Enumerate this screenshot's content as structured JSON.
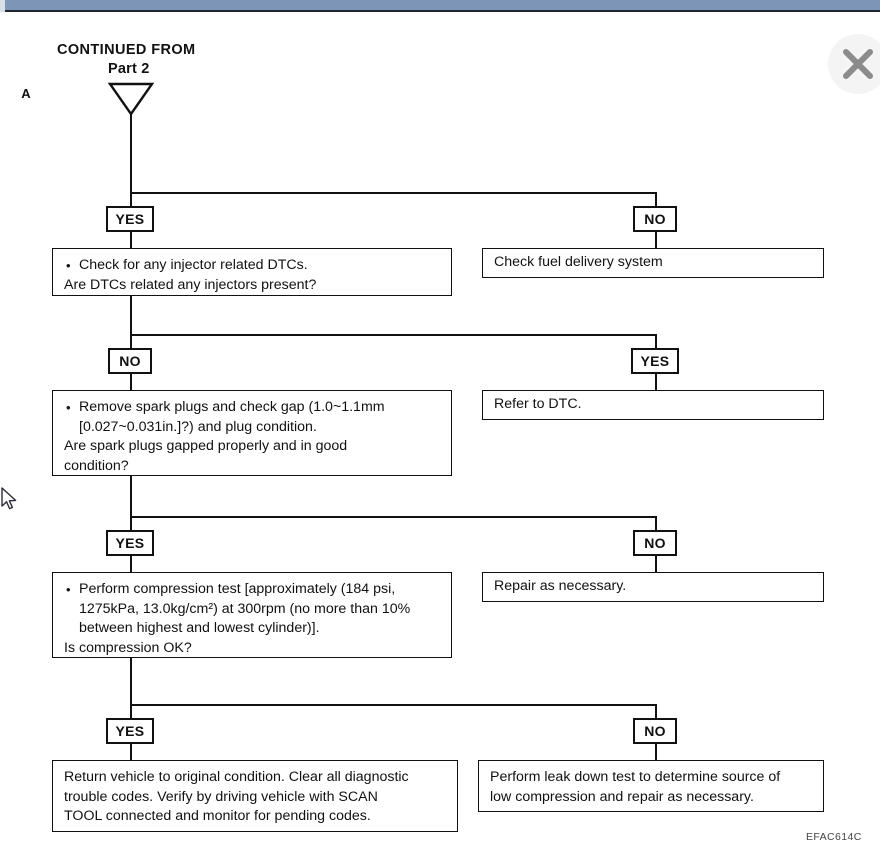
{
  "window": {
    "close_icon": "close-icon",
    "topbar_color": "#7d95b6"
  },
  "header": {
    "line1": "CONTINUED FROM",
    "line2": "Part 2",
    "connector_letter": "A"
  },
  "footer": {
    "reference_code": "EFAC614C"
  },
  "labels": {
    "yes": "YES",
    "no": "NO"
  },
  "flow": {
    "rows": [
      {
        "left_branch": "YES",
        "right_branch": "NO",
        "left_box": {
          "lines": [
            {
              "text": "Check for any injector related DTCs.",
              "style": "bullet"
            },
            {
              "text": "Are DTCs related any injectors present?",
              "style": "plain"
            }
          ]
        },
        "right_box": {
          "lines": [
            {
              "text": "Check fuel delivery system",
              "style": "plain"
            }
          ]
        }
      },
      {
        "left_branch": "NO",
        "right_branch": "YES",
        "left_box": {
          "lines": [
            {
              "text": "Remove spark plugs and check gap (1.0~1.1mm",
              "style": "bullet"
            },
            {
              "text": "[0.027~0.031in.]?) and plug condition.",
              "style": "indent"
            },
            {
              "text": "Are spark plugs gapped properly and in good",
              "style": "plain"
            },
            {
              "text": "condition?",
              "style": "plain"
            }
          ]
        },
        "right_box": {
          "lines": [
            {
              "text": "Refer to DTC.",
              "style": "plain"
            }
          ]
        }
      },
      {
        "left_branch": "YES",
        "right_branch": "NO",
        "left_box": {
          "lines": [
            {
              "text": "Perform compression test [approximately (184 psi,",
              "style": "bullet"
            },
            {
              "text": "1275kPa, 13.0kg/cm²) at 300rpm (no more than 10%",
              "style": "indent"
            },
            {
              "text": "between highest and lowest cylinder)].",
              "style": "indent"
            },
            {
              "text": "Is compression OK?",
              "style": "plain"
            }
          ]
        },
        "right_box": {
          "lines": [
            {
              "text": "Repair as necessary.",
              "style": "plain"
            }
          ]
        }
      },
      {
        "left_branch": "YES",
        "right_branch": "NO",
        "left_box": {
          "lines": [
            {
              "text": "Return vehicle to original condition. Clear all diagnostic",
              "style": "plain"
            },
            {
              "text": "trouble codes. Verify by driving vehicle with SCAN",
              "style": "plain"
            },
            {
              "text": "TOOL connected and monitor for pending codes.",
              "style": "plain"
            }
          ]
        },
        "right_box": {
          "lines": [
            {
              "text": "Perform leak down test to determine source of",
              "style": "plain"
            },
            {
              "text": "low compression and repair as necessary.",
              "style": "plain"
            }
          ]
        }
      }
    ]
  }
}
